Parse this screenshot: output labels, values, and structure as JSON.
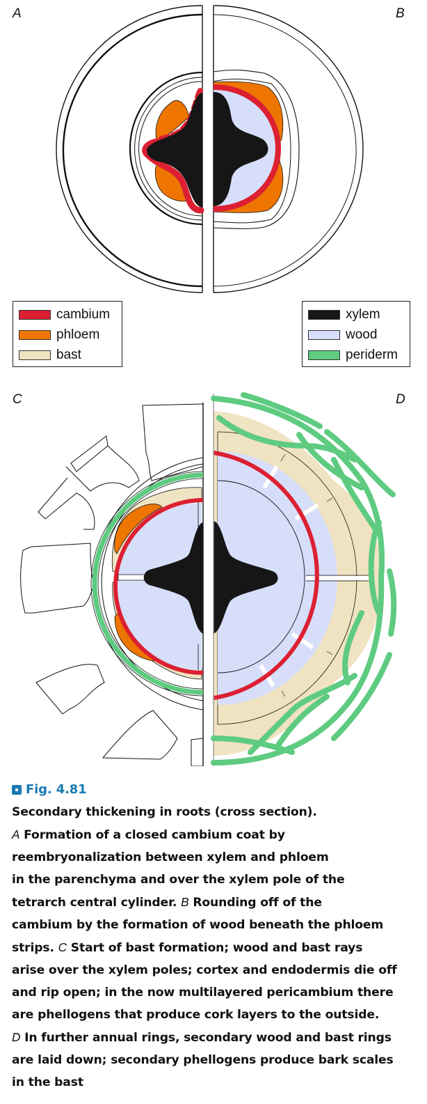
{
  "panels": {
    "a": "A",
    "b": "B",
    "c": "C",
    "d": "D"
  },
  "colors": {
    "cambium": "#dc2032",
    "phloem": "#ee7600",
    "bast": "#f0e3c1",
    "xylem": "#161616",
    "wood": "#d6defa",
    "periderm": "#5ecb80"
  },
  "legend_left": [
    {
      "key": "cambium",
      "label": "cambium"
    },
    {
      "key": "phloem",
      "label": "phloem"
    },
    {
      "key": "bast",
      "label": "bast"
    }
  ],
  "legend_right": [
    {
      "key": "xylem",
      "label": "xylem"
    },
    {
      "key": "wood",
      "label": "wood"
    },
    {
      "key": "periderm",
      "label": "periderm"
    }
  ],
  "caption": {
    "figure_number": "Fig. 4.81",
    "title": "Secondary thickening in roots (cross section).",
    "lines": [
      {
        "lead": "A",
        "text": " Formation of a closed cambium coat by"
      },
      {
        "lead": "",
        "text": "reembryonalization between xylem and phloem"
      },
      {
        "lead": "",
        "text": "in the parenchyma and over the xylem pole of the"
      },
      {
        "lead": "",
        "text": "tetrarch central cylinder. ",
        "mid_lead": "B",
        "after": " Rounding off of the"
      },
      {
        "lead": "",
        "text": "cambium by the formation of wood beneath the phloem"
      },
      {
        "lead": "",
        "text": "strips. ",
        "mid_lead": "C",
        "after": " Start of bast formation; wood and bast rays"
      },
      {
        "lead": "",
        "text": "arise over the xylem poles; cortex and endodermis die off"
      },
      {
        "lead": "",
        "text": "and rip open; in the now multilayered pericambium there"
      },
      {
        "lead": "",
        "text": "are phellogens that produce cork layers to the outside."
      },
      {
        "lead": "D",
        "text": " In further annual rings, secondary wood and bast rings"
      },
      {
        "lead": "",
        "text": "are laid down; secondary phellogens produce bark scales"
      },
      {
        "lead": "",
        "text": "in the bast"
      }
    ]
  }
}
